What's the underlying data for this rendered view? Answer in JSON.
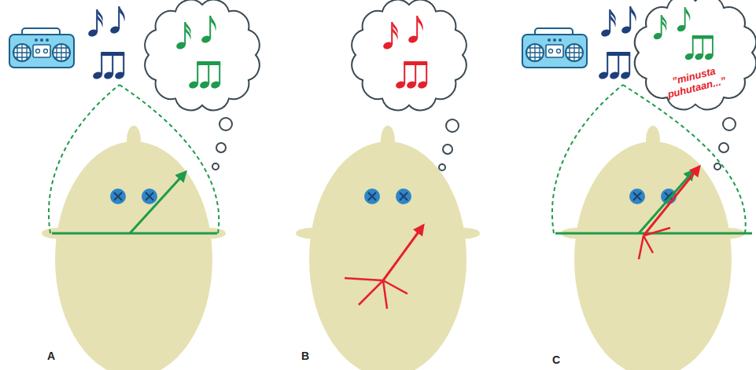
{
  "diagram": {
    "nodes": [
      {
        "text": [
          "”minusta puhutaan...”"
        ]
      }
    ],
    "labels": [
      "A",
      "B",
      "C"
    ]
  }
}
